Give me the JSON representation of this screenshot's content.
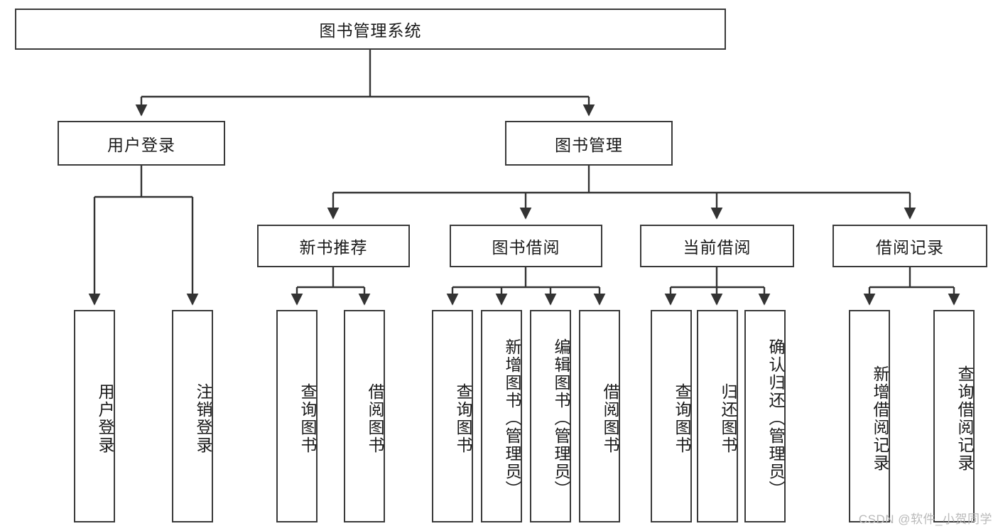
{
  "diagram": {
    "type": "tree",
    "title": "图书管理系统",
    "orientation": "top-down",
    "colors": {
      "node_border": "#3a3a3a",
      "node_fill": "#ffffff",
      "edge": "#333333",
      "text": "#1a1a1a",
      "watermark": "#b9b9b9",
      "background": "#ffffff"
    },
    "nodes": {
      "root": {
        "label": "图书管理系统"
      },
      "level1": [
        {
          "id": "user-login",
          "label": "用户登录"
        },
        {
          "id": "book-manage",
          "label": "图书管理"
        }
      ],
      "level2": [
        {
          "id": "new-book-rec",
          "label": "新书推荐"
        },
        {
          "id": "book-borrow",
          "label": "图书借阅"
        },
        {
          "id": "current-borrow",
          "label": "当前借阅"
        },
        {
          "id": "borrow-record",
          "label": "借阅记录"
        }
      ],
      "leaves": [
        {
          "id": "leaf-user-login",
          "label": "用户登录",
          "parent": "user-login"
        },
        {
          "id": "leaf-logout",
          "label": "注销登录",
          "parent": "user-login"
        },
        {
          "id": "leaf-query-book-1",
          "label": "查询图书",
          "parent": "new-book-rec"
        },
        {
          "id": "leaf-borrow-book-1",
          "label": "借阅图书",
          "parent": "new-book-rec"
        },
        {
          "id": "leaf-query-book-2",
          "label": "查询图书",
          "parent": "book-borrow"
        },
        {
          "id": "leaf-add-book",
          "label": "新增图书（管理员）",
          "parent": "book-borrow"
        },
        {
          "id": "leaf-edit-book",
          "label": "编辑图书（管理员）",
          "parent": "book-borrow"
        },
        {
          "id": "leaf-borrow-book-2",
          "label": "借阅图书",
          "parent": "book-borrow"
        },
        {
          "id": "leaf-query-book-3",
          "label": "查询图书",
          "parent": "current-borrow"
        },
        {
          "id": "leaf-return-book",
          "label": "归还图书",
          "parent": "current-borrow"
        },
        {
          "id": "leaf-confirm-return",
          "label": "确认归还（管理员）",
          "parent": "current-borrow"
        },
        {
          "id": "leaf-add-record",
          "label": "新增借阅记录",
          "parent": "borrow-record"
        },
        {
          "id": "leaf-query-record",
          "label": "查询借阅记录",
          "parent": "borrow-record"
        }
      ]
    }
  },
  "watermark": {
    "text": "CSDN @软件_小贺同学"
  }
}
